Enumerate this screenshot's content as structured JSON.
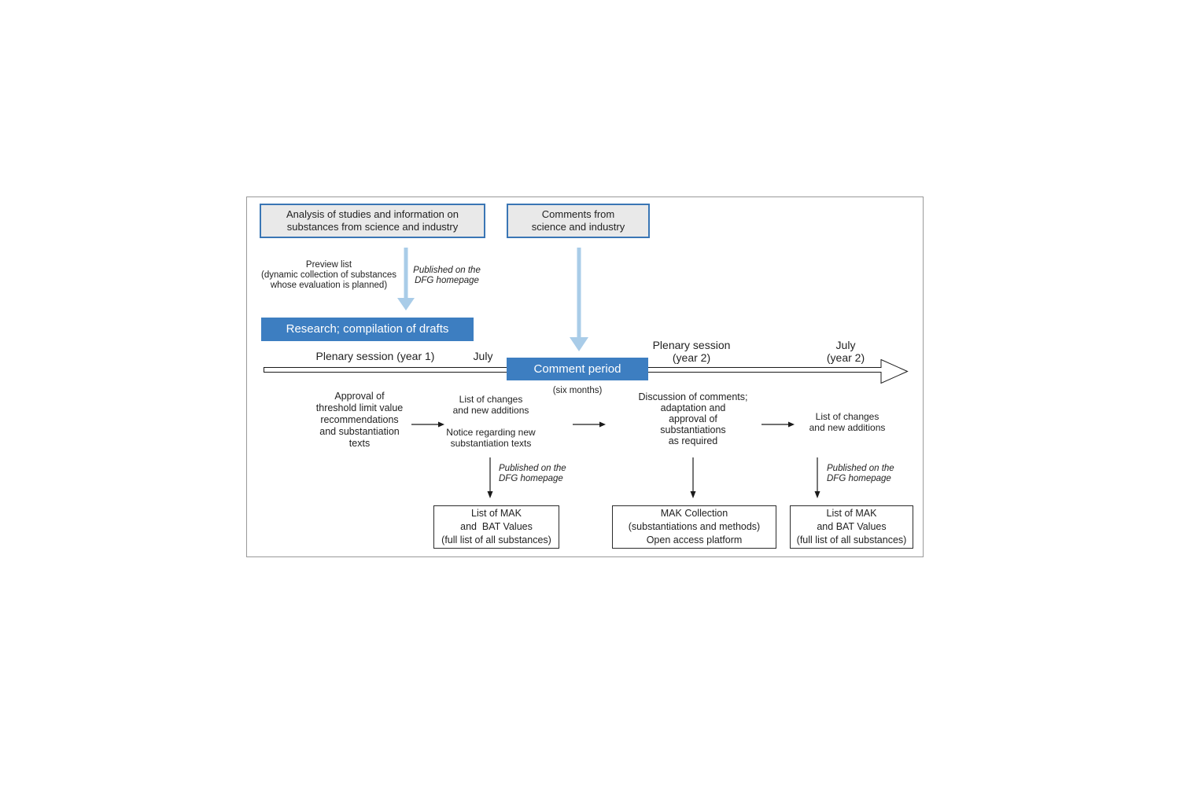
{
  "figure": {
    "colors": {
      "accent_blue": "#3d7ec1",
      "light_blue_arrow": "#a9cce8",
      "source_box_fill": "#e9e9e9",
      "source_box_border": "#3a76b5",
      "outer_border": "#999999"
    },
    "sources": {
      "analysis": "Analysis of studies and information on\nsubstances from science and industry",
      "comments": "Comments from\nscience and industry"
    },
    "notes": {
      "preview_list": "Preview list\n(dynamic collection of substances\nwhose evaluation is planned)",
      "published_dfg": "Published on the\nDFG homepage",
      "six_months": "(six months)"
    },
    "stages": {
      "research": "Research; compilation of drafts",
      "comment_period": "Comment period"
    },
    "timeline": {
      "plenary_year1": "Plenary session (year 1)",
      "july_year1": "July",
      "plenary_year2": "Plenary session\n(year 2)",
      "july_year2": "July\n(year 2)"
    },
    "process": {
      "approval": "Approval of\nthreshold limit value\nrecommendations\nand substantiation\ntexts",
      "changes_first": "List of changes\nand new additions",
      "notice": "Notice regarding new\nsubstantiation texts",
      "discussion": "Discussion of comments;\nadaptation and\napproval of\nsubstantiations\nas required",
      "changes_second": "List of changes\nand new additions"
    },
    "outputs": {
      "mak_bat_first": "List of MAK\nand  BAT Values\n(full list of all substances)",
      "mak_collection": "MAK Collection\n(substantiations and methods)\nOpen access platform",
      "mak_bat_second": "List of MAK\nand BAT Values\n(full list of all substances)"
    }
  }
}
